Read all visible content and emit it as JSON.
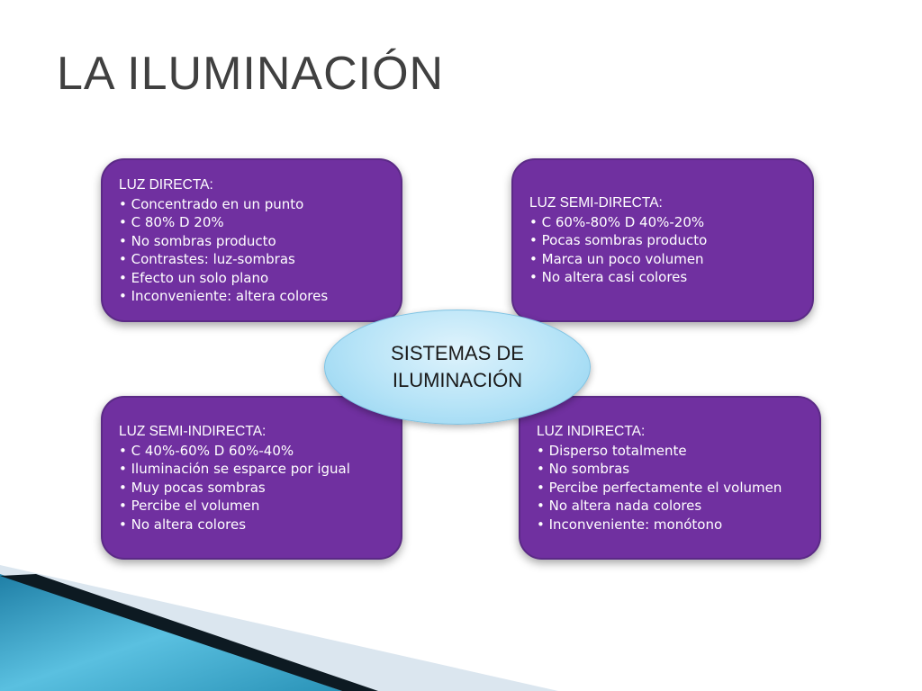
{
  "slide": {
    "title": "LA ILUMINACIÓN",
    "center": {
      "line1": "SISTEMAS DE",
      "line2": "ILUMINACIÓN"
    },
    "boxes": {
      "top_left": {
        "heading": "LUZ DIRECTA:",
        "items": [
          "Concentrado en un punto",
          "C 80% D 20%",
          "No sombras producto",
          "Contrastes: luz-sombras",
          "Efecto un solo plano",
          "Inconveniente: altera colores"
        ]
      },
      "top_right": {
        "heading": "LUZ SEMI-DIRECTA:",
        "items": [
          "C 60%-80% D 40%-20%",
          "Pocas sombras producto",
          "Marca un poco volumen",
          "No altera casi colores"
        ]
      },
      "bottom_left": {
        "heading": "LUZ SEMI-INDIRECTA:",
        "items": [
          "C 40%-60% D 60%-40%",
          "Iluminación se esparce por igual",
          "Muy pocas sombras",
          "Percibe el volumen",
          "No altera colores"
        ]
      },
      "bottom_right": {
        "heading": "LUZ INDIRECTA:",
        "items": [
          "Disperso totalmente",
          "No sombras",
          "Percibe perfectamente el volumen",
          "No altera nada colores",
          "Inconveniente: monótono"
        ]
      }
    },
    "colors": {
      "box_fill": "#7030a0",
      "center_fill": "#b5e3f7",
      "title_text": "#404040",
      "deco_blue": "#2a93b8"
    }
  }
}
